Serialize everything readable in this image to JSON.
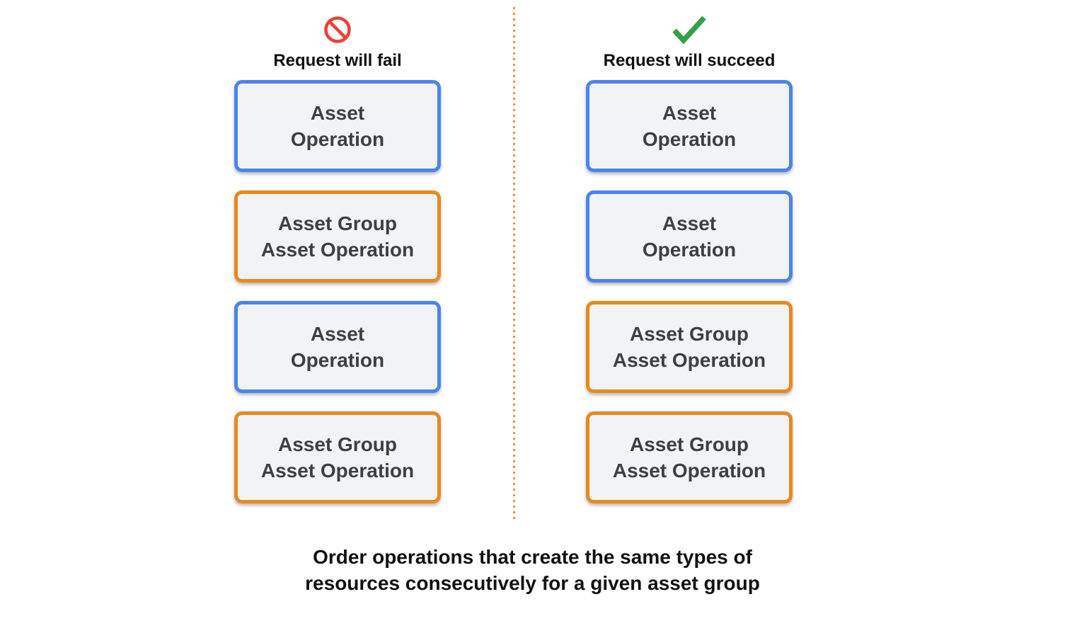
{
  "columns": [
    {
      "label": "Request will fail",
      "icon": "prohibition-icon",
      "boxes": [
        {
          "type": "asset-operation",
          "line1": "Asset",
          "line2": "Operation",
          "border": "blue"
        },
        {
          "type": "asset-group-asset-operation",
          "line1": "Asset Group",
          "line2": "Asset Operation",
          "border": "orange"
        },
        {
          "type": "asset-operation",
          "line1": "Asset",
          "line2": "Operation",
          "border": "blue"
        },
        {
          "type": "asset-group-asset-operation",
          "line1": "Asset Group",
          "line2": "Asset Operation",
          "border": "orange"
        }
      ]
    },
    {
      "label": "Request will succeed",
      "icon": "check-icon",
      "boxes": [
        {
          "type": "asset-operation",
          "line1": "Asset",
          "line2": "Operation",
          "border": "blue"
        },
        {
          "type": "asset-operation",
          "line1": "Asset",
          "line2": "Operation",
          "border": "blue"
        },
        {
          "type": "asset-group-asset-operation",
          "line1": "Asset Group",
          "line2": "Asset Operation",
          "border": "orange"
        },
        {
          "type": "asset-group-asset-operation",
          "line1": "Asset Group",
          "line2": "Asset Operation",
          "border": "orange"
        }
      ]
    }
  ],
  "caption": {
    "line1": "Order operations that create the same types of",
    "line2": "resources consecutively for a given asset group"
  },
  "colors": {
    "blue-border": "#4d83ec",
    "orange-border": "#e8891f",
    "box-fill": "#f1f3f4",
    "box-text": "#3c4043",
    "divider-orange": "#e8953f",
    "fail-red": "#e94335",
    "success-green": "#34a04c",
    "heading-text": "#111111"
  }
}
